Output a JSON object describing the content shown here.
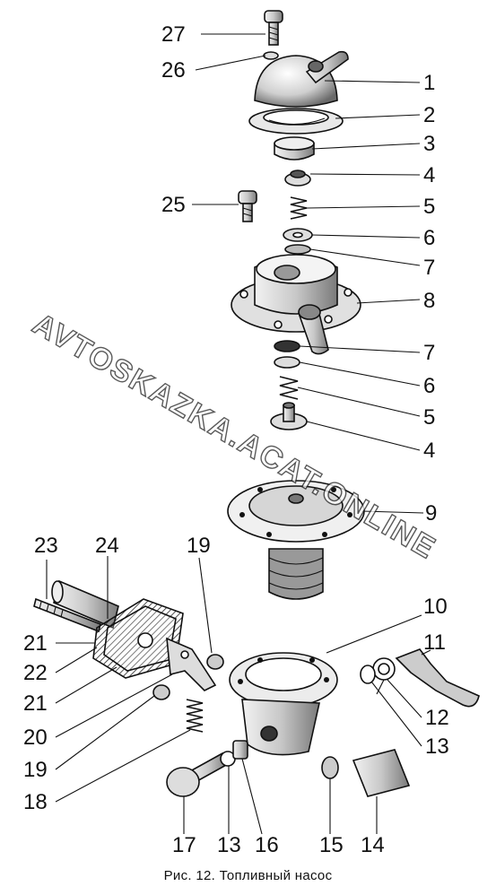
{
  "caption": "Рис. 12. Топливный насос",
  "watermark": "AVTOSKAZKA.ACAT.ONLINE",
  "labels": [
    "27",
    "26",
    "1",
    "2",
    "3",
    "4",
    "25",
    "5",
    "6",
    "7",
    "8",
    "7",
    "6",
    "5",
    "4",
    "9",
    "23",
    "24",
    "19",
    "10",
    "11",
    "21",
    "22",
    "21",
    "20",
    "19",
    "18",
    "12",
    "13",
    "17",
    "13",
    "16",
    "15",
    "14"
  ]
}
